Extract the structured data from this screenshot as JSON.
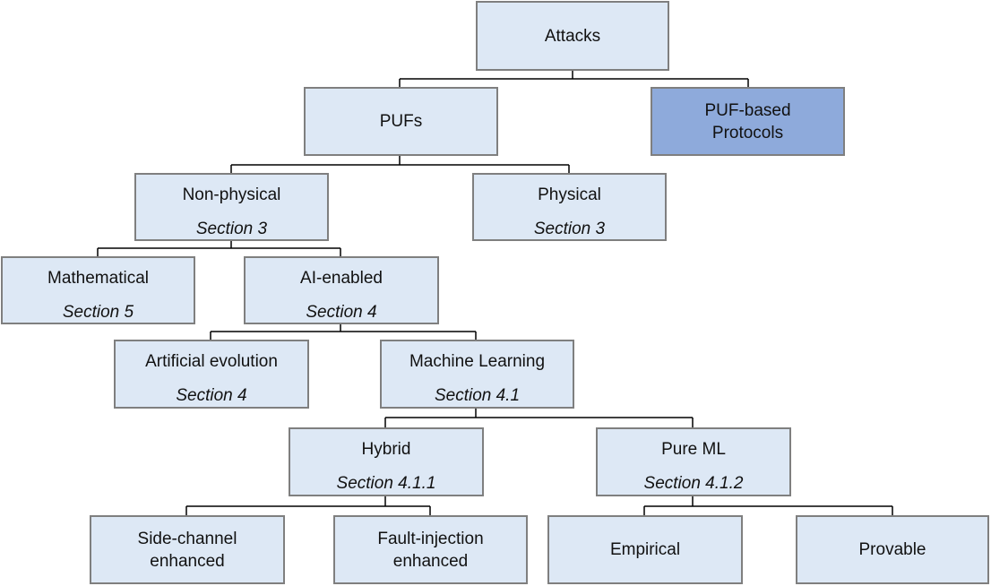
{
  "nodes": {
    "attacks": {
      "title": "Attacks"
    },
    "pufs": {
      "title": "PUFs"
    },
    "protocols": {
      "title": "PUF-based\nProtocols"
    },
    "nonphysical": {
      "title": "Non-physical",
      "section": "Section 3"
    },
    "physical": {
      "title": "Physical",
      "section": "Section 3"
    },
    "mathematical": {
      "title": "Mathematical",
      "section": "Section 5"
    },
    "aienabled": {
      "title": "AI-enabled",
      "section": "Section 4"
    },
    "artificial": {
      "title": "Artificial evolution",
      "section": "Section 4"
    },
    "ml": {
      "title": "Machine Learning",
      "section": "Section 4.1"
    },
    "hybrid": {
      "title": "Hybrid",
      "section": "Section 4.1.1"
    },
    "pureml": {
      "title": "Pure ML",
      "section": "Section 4.1.2"
    },
    "sidechannel": {
      "title": "Side-channel\nenhanced"
    },
    "fault": {
      "title": "Fault-injection\nenhanced"
    },
    "empirical": {
      "title": "Empirical"
    },
    "provable": {
      "title": "Provable"
    }
  },
  "colors": {
    "box_fill": "#dde8f5",
    "accent_fill": "#8eaadb",
    "border": "#7f7f7f"
  }
}
